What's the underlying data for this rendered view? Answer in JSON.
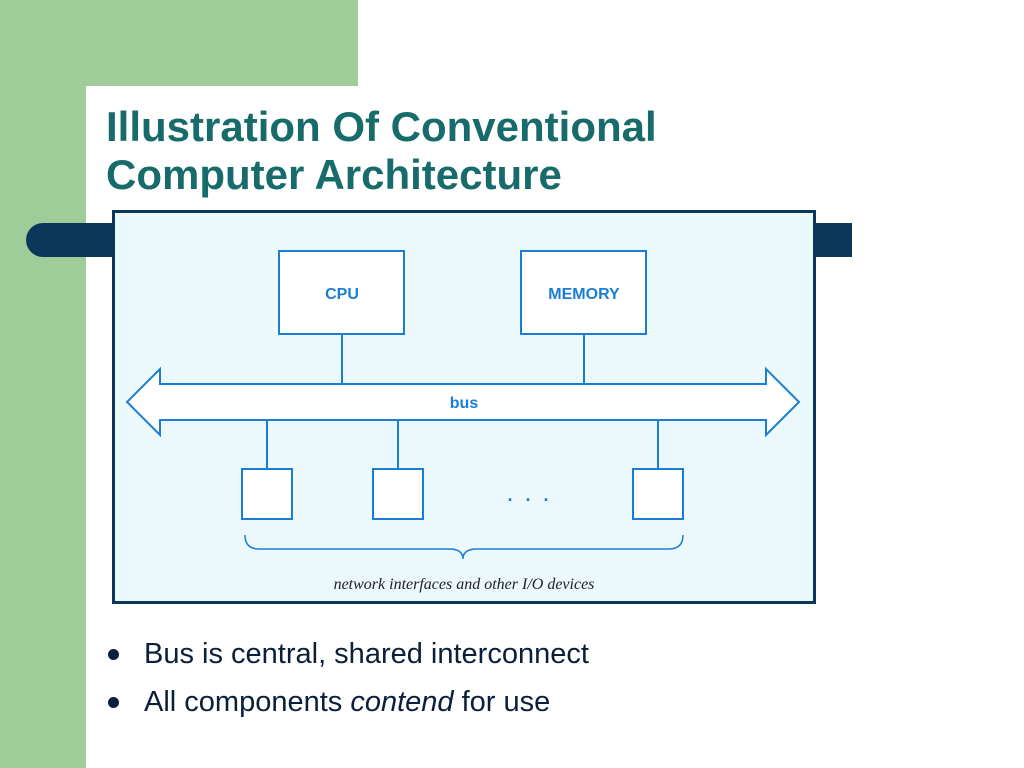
{
  "slide": {
    "title_line1": "Illustration Of Conventional",
    "title_line2": "Computer Architecture"
  },
  "diagram": {
    "cpu_label": "CPU",
    "memory_label": "MEMORY",
    "bus_label": "bus",
    "ellipsis": ". . .",
    "caption": "network interfaces and other I/O devices"
  },
  "bullets": {
    "item1": "Bus is central, shared interconnect",
    "item2_pre": "All components ",
    "item2_emph": "contend",
    "item2_post": " for use"
  },
  "colors": {
    "accent_green": "#9fcc98",
    "title_teal": "#176b6b",
    "navy": "#0b3858",
    "diagram_blue": "#1a7fd4",
    "diagram_bg": "#ebf8fc"
  }
}
